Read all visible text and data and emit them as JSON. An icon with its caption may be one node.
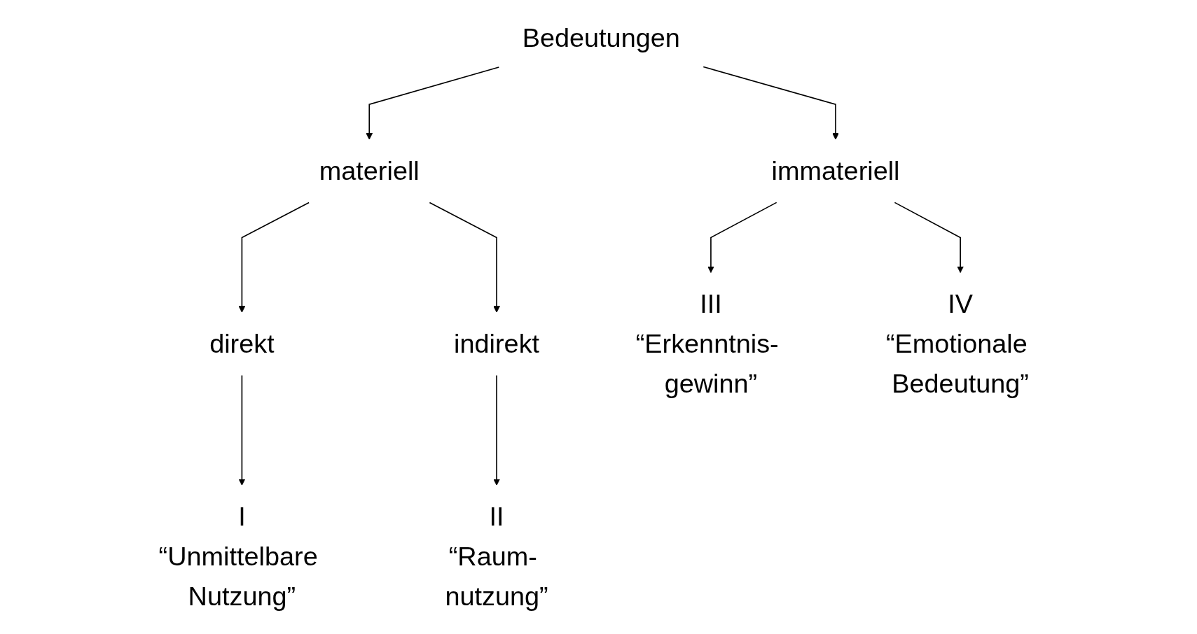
{
  "diagram": {
    "nodes": [
      {
        "text": [
          "Bedeutungen"
        ]
      },
      {
        "text": [
          "materiell"
        ]
      },
      {
        "text": [
          "immateriell"
        ]
      },
      {
        "text": [
          "direkt"
        ]
      },
      {
        "text": [
          "indirekt"
        ]
      },
      {
        "text": [
          "I",
          "“Unmittelbare Nutzung”"
        ]
      },
      {
        "text": [
          "II",
          "“Raum- nutzung”"
        ]
      },
      {
        "text": [
          "III",
          "“Erkenntnis- gewinn”"
        ]
      },
      {
        "text": [
          "IV",
          "“Emotionale Bedeutung”"
        ]
      }
    ],
    "edges": [
      {
        "from": 0,
        "to": 1,
        "arrow": "to"
      },
      {
        "from": 0,
        "to": 2,
        "arrow": "to"
      },
      {
        "from": 1,
        "to": 3,
        "arrow": "to"
      },
      {
        "from": 1,
        "to": 4,
        "arrow": "to"
      },
      {
        "from": 3,
        "to": 5,
        "arrow": "to"
      },
      {
        "from": 4,
        "to": 6,
        "arrow": "to"
      },
      {
        "from": 2,
        "to": 7,
        "arrow": "to"
      },
      {
        "from": 2,
        "to": 8,
        "arrow": "to"
      }
    ]
  }
}
